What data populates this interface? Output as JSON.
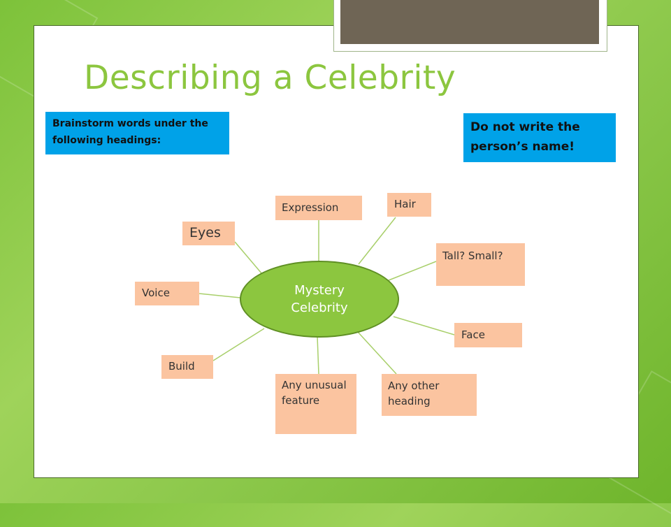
{
  "slide": {
    "title": "Describing a Celebrity",
    "instruction": "Brainstorm words under the following headings:",
    "warning": "Do not write the person’s name!"
  },
  "mindmap": {
    "center": "Mystery Celebrity",
    "branches": [
      "Eyes",
      "Expression",
      "Hair",
      "Tall? Small?",
      "Voice",
      "Face",
      "Build",
      "Any unusual feature",
      "Any other heading"
    ]
  },
  "colors": {
    "title": "#8cc63f",
    "note_background": "#00a2e8",
    "node_background": "#fbc4a0",
    "center_fill": "#8cc63f",
    "connector": "#a8cf6a",
    "background_green": "#7dc23a"
  }
}
